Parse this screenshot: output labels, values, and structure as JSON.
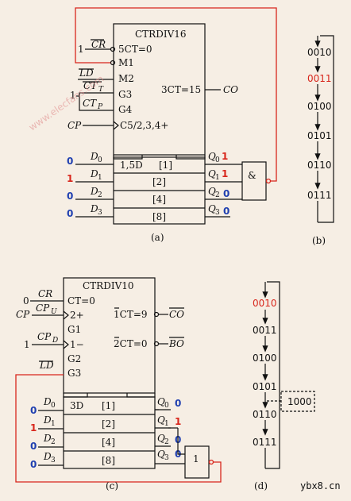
{
  "colors": {
    "wire_black": "#111111",
    "wire_red": "#d8261c",
    "bit_blue": "#1f3fb0",
    "bit_red": "#d8261c",
    "background": "#f6eee4"
  },
  "a": {
    "chip": "CTRDIV16",
    "cr": "CR",
    "cr_in": "1",
    "fct": "5CT=0",
    "m1": "M1",
    "m2": "M2",
    "ld": "LD",
    "ctt": "CT",
    "ctt_sub": "T",
    "ctp": "CT",
    "ctp_sub": "P",
    "ct_in": "1",
    "g3": "G3",
    "g4": "G4",
    "cp": "CP",
    "c5": "C5/2,3,4+",
    "ct15": "3CT=15",
    "co": "CO",
    "d15": "1,5D",
    "w": [
      "[1]",
      "[2]",
      "[4]",
      "[8]"
    ],
    "d": [
      "D",
      "D",
      "D",
      "D"
    ],
    "d_sub": [
      "0",
      "1",
      "2",
      "3"
    ],
    "din": [
      "0",
      "1",
      "0",
      "0"
    ],
    "q": [
      "Q",
      "Q",
      "Q",
      "Q"
    ],
    "q_sub": [
      "0",
      "1",
      "2",
      "3"
    ],
    "qv": [
      "1",
      "1",
      "0",
      "0"
    ],
    "gate": "&",
    "caption": "(a)"
  },
  "b": {
    "states": [
      "0010",
      "0011",
      "0100",
      "0101",
      "0110",
      "0111"
    ],
    "caption": "(b)"
  },
  "c": {
    "chip": "CTRDIV10",
    "cr": "CR",
    "cr_in": "0",
    "ct0": "CT=0",
    "cpu": "CP",
    "cpu_sub": "U",
    "cp": "CP",
    "up": "2+",
    "g1": "G1",
    "cp_in": "1",
    "cpd": "CP",
    "cpd_sub": "D",
    "dn": "1−",
    "g2": "G2",
    "ld": "LD",
    "g3": "G3",
    "ct9": "1CT=9",
    "co": "CO",
    "ct0b": "2CT=0",
    "bo": "BO",
    "d3d": "3D",
    "w": [
      "[1]",
      "[2]",
      "[4]",
      "[8]"
    ],
    "d": [
      "D",
      "D",
      "D",
      "D"
    ],
    "d_sub": [
      "0",
      "1",
      "2",
      "3"
    ],
    "din": [
      "0",
      "1",
      "0",
      "0"
    ],
    "q": [
      "Q",
      "Q",
      "Q",
      "Q"
    ],
    "q_sub": [
      "0",
      "1",
      "2",
      "3"
    ],
    "qv": [
      "0",
      "1",
      "0",
      "0"
    ],
    "gate": "1",
    "caption": "(c)"
  },
  "d": {
    "states": [
      "0010",
      "0011",
      "0100",
      "0101",
      "0110",
      "0111"
    ],
    "extra": "1000",
    "caption": "(d)"
  },
  "watermarks": {
    "diag": "www.elecfans.com",
    "foot": "ybx8.cn"
  }
}
